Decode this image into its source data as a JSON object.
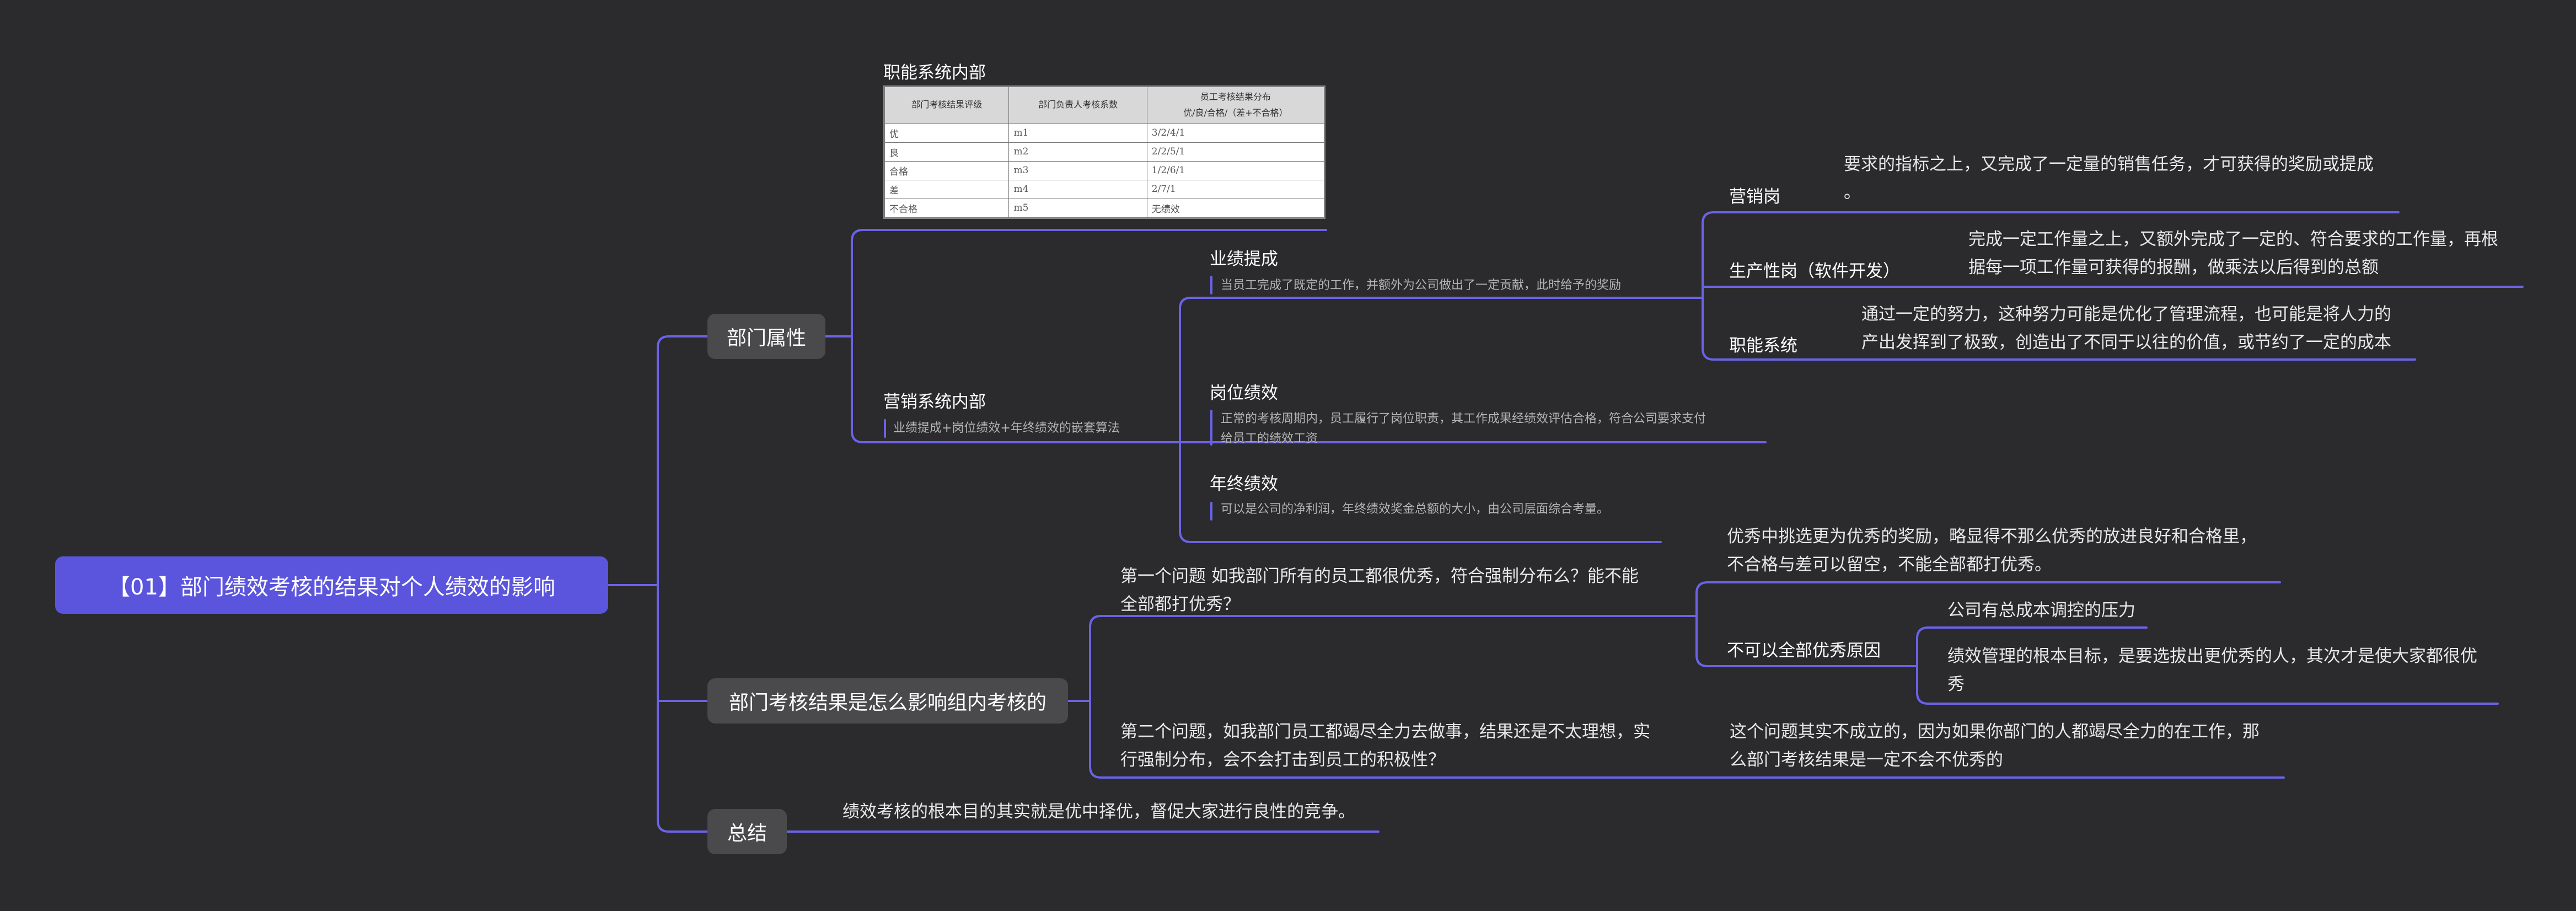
{
  "root": "【01】部门绩效考核的结果对个人绩效的影响",
  "branch1": {
    "label": "部门属性",
    "functional": {
      "title": "职能系统内部",
      "table": {
        "headers": [
          "部门考核结果评级",
          "部门负责人考核系数",
          "员工考核结果分布"
        ],
        "header_sub": "优/良/合格/（差+不合格）",
        "rows": [
          [
            "优",
            "m1",
            "3/2/4/1"
          ],
          [
            "良",
            "m2",
            "2/2/5/1"
          ],
          [
            "合格",
            "m3",
            "1/2/6/1"
          ],
          [
            "差",
            "m4",
            "2/7/1"
          ],
          [
            "不合格",
            "m5",
            "无绩效"
          ]
        ]
      }
    },
    "marketing": {
      "title": "营销系统内部",
      "note": "业绩提成+岗位绩效+年终绩效的嵌套算法",
      "commission": {
        "title": "业绩提成",
        "note": "当员工完成了既定的工作，并额外为公司做出了一定贡献，此时给予的奖励",
        "roles": [
          {
            "label": "营销岗",
            "desc1": "要求的指标之上，又完成了一定量的销售任务，才可获得的奖励或提成",
            "desc2": "。"
          },
          {
            "label": "生产性岗（软件开发）",
            "desc1": "完成一定工作量之上，又额外完成了一定的、符合要求的工作量，再根",
            "desc2": "据每一项工作量可获得的报酬，做乘法以后得到的总额"
          },
          {
            "label": "职能系统",
            "desc1": "通过一定的努力，这种努力可能是优化了管理流程，也可能是将人力的",
            "desc2": "产出发挥到了极致，创造出了不同于以往的价值，或节约了一定的成本"
          }
        ]
      },
      "position": {
        "title": "岗位绩效",
        "note1": "正常的考核周期内，员工履行了岗位职责，其工作成果经绩效评估合格，符合公司要求支付",
        "note2": "给员工的绩效工资"
      },
      "annual": {
        "title": "年终绩效",
        "note": "可以是公司的净利润，年终绩效奖金总额的大小，由公司层面综合考量。"
      }
    }
  },
  "branch2": {
    "label": "部门考核结果是怎么影响组内考核的",
    "q1": {
      "line1": "第一个问题   如我部门所有的员工都很优秀，符合强制分布么？能不能",
      "line2": "全部都打优秀？",
      "a1_line1": "优秀中挑选更为优秀的奖励，略显得不那么优秀的放进良好和合格里，",
      "a1_line2": "不合格与差可以留空，不能全部都打优秀。",
      "reason_label": "不可以全部优秀原因",
      "reasons": [
        {
          "line1": "公司有总成本调控的压力",
          "line2": ""
        },
        {
          "line1": "绩效管理的根本目标，是要选拔出更优秀的人，其次才是使大家都很优",
          "line2": "秀"
        }
      ]
    },
    "q2": {
      "line1": "第二个问题，如我部门员工都竭尽全力去做事，结果还是不太理想，实",
      "line2": "行强制分布，会不会打击到员工的积极性？",
      "a_line1": "这个问题其实不成立的，因为如果你部门的人都竭尽全力的在工作，那",
      "a_line2": "么部门考核结果是一定不会不优秀的"
    }
  },
  "branch3": {
    "label": "总结",
    "text": "绩效考核的根本目的其实就是优中择优，督促大家进行良性的竞争。"
  },
  "colors": {
    "background": "#2b2a2c",
    "accent": "#5b55dd",
    "line": "#6a63e6",
    "branch_box": "#4a4a4d"
  }
}
